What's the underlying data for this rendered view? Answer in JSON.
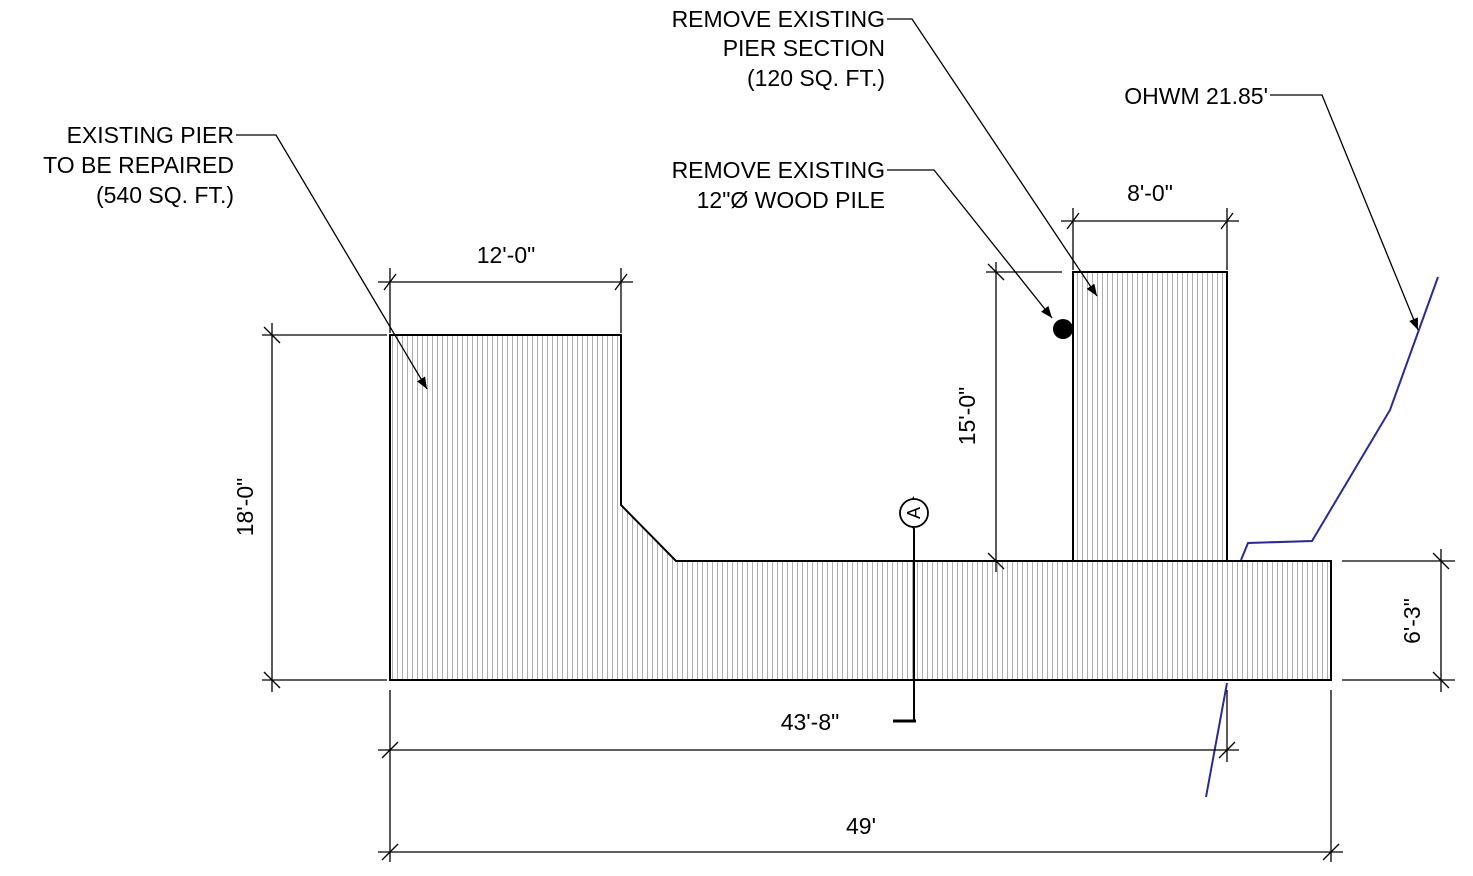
{
  "notes": {
    "remove_section": [
      "REMOVE EXISTING",
      "PIER SECTION",
      "(120 SQ. FT.)"
    ],
    "ohwm": "OHWM 21.85'",
    "existing_pier": [
      "EXISTING PIER",
      "TO BE REPAIRED",
      "(540 SQ. FT.)"
    ],
    "remove_pile": [
      "REMOVE EXISTING",
      "12\"Ø WOOD PILE"
    ]
  },
  "dimensions": {
    "top_left_width": "12'-0\"",
    "top_right_width": "8'-0\"",
    "right_section_height": "15'-0\"",
    "left_height": "18'-0\"",
    "right_height": "6'-3\"",
    "length_partial": "43'-8\"",
    "length_total": "49'"
  },
  "section_marker": "A",
  "colors": {
    "ink": "#000000",
    "hatch": "#9a9a9a",
    "ohwm_line": "#2b2b8f"
  }
}
